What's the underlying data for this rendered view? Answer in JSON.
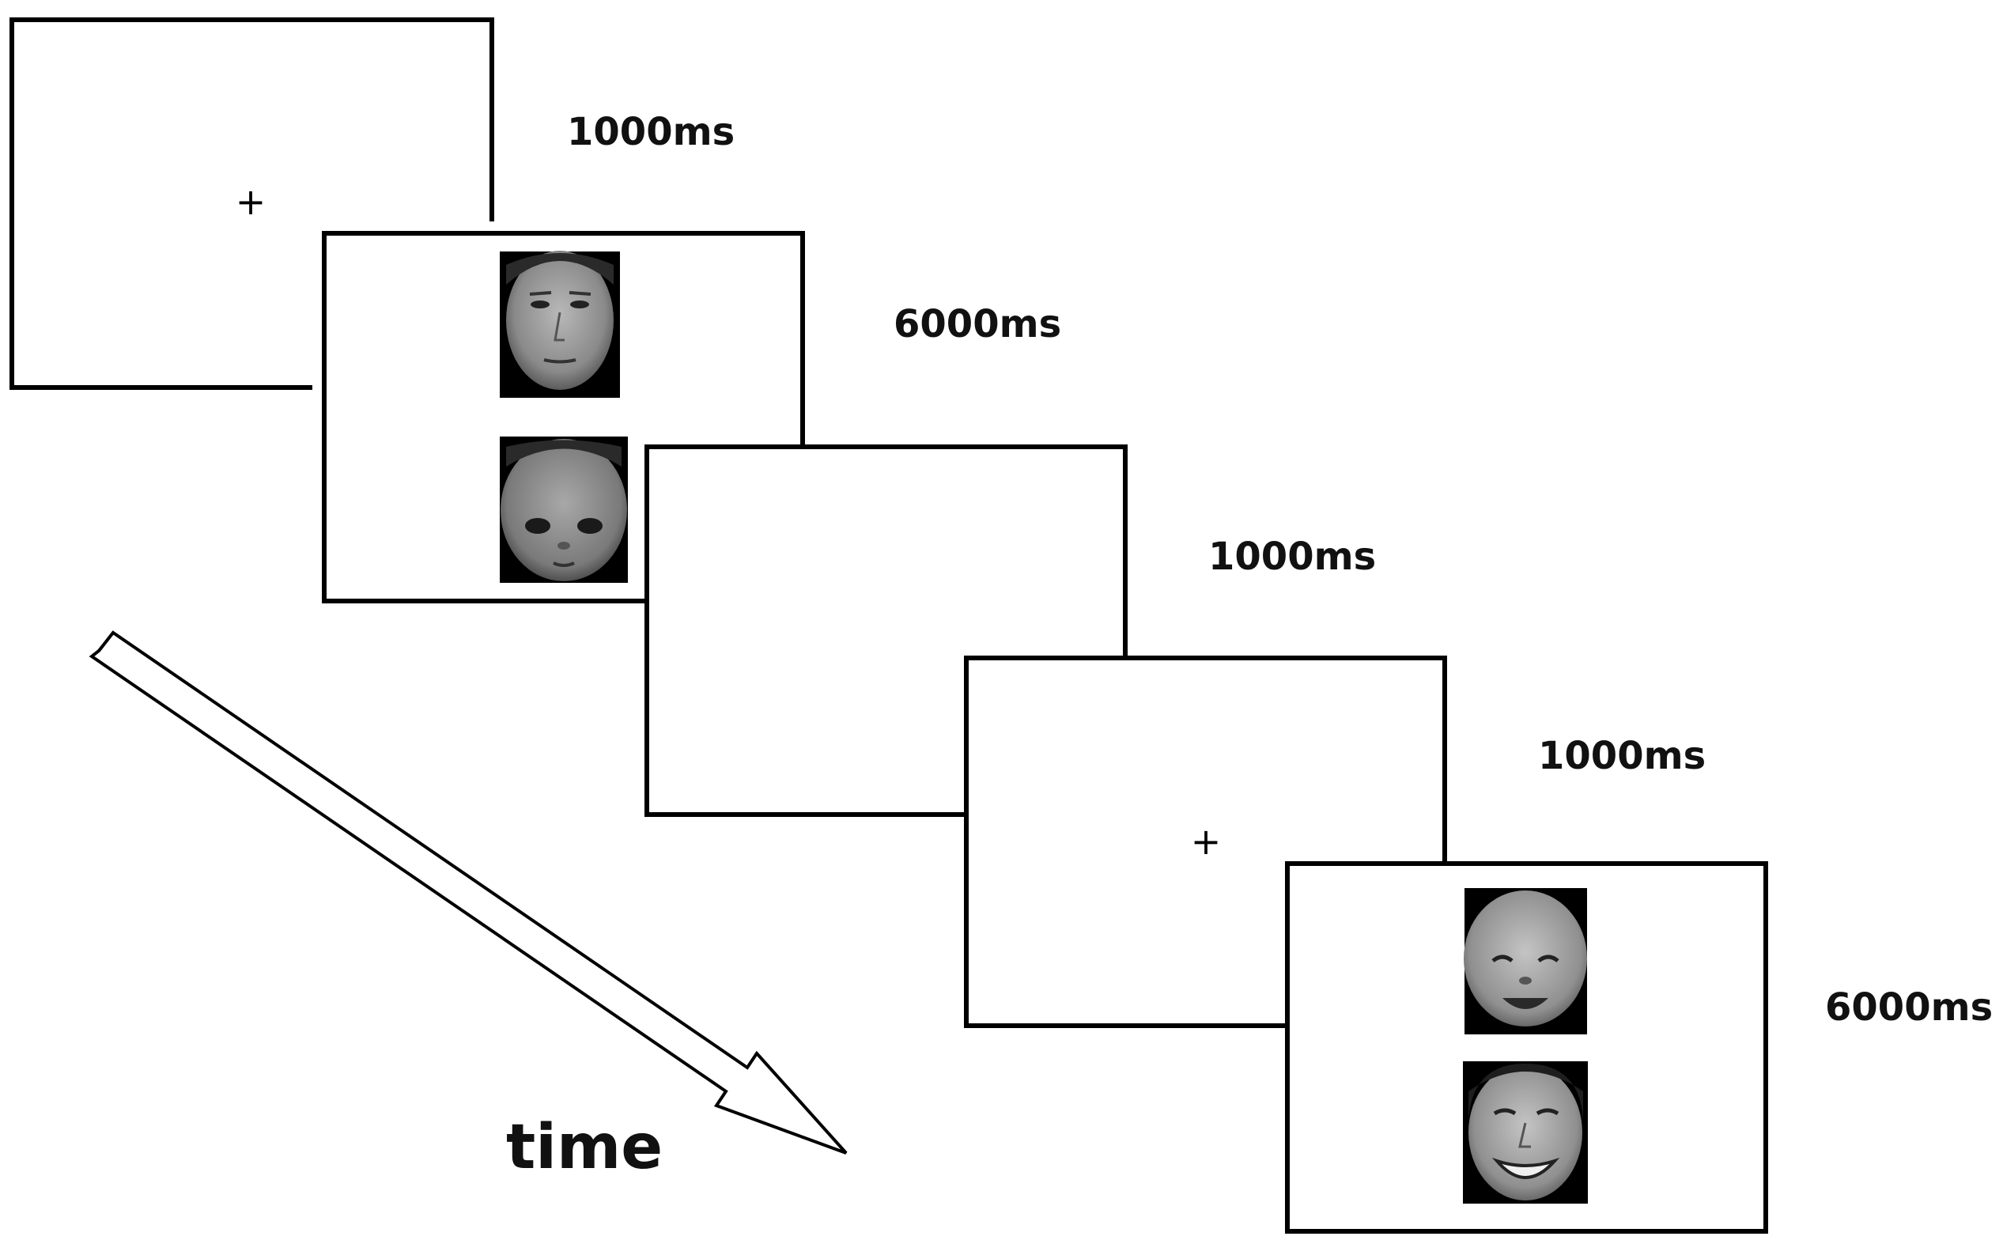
{
  "screens": [
    {
      "id": "fixation-1",
      "content": "+",
      "duration": "1000ms"
    },
    {
      "id": "face-pair-1",
      "duration": "6000ms"
    },
    {
      "id": "blank",
      "duration": "1000ms"
    },
    {
      "id": "fixation-2",
      "content": "+",
      "duration": "1000ms"
    },
    {
      "id": "face-pair-2",
      "duration": "6000ms"
    }
  ],
  "time_label": "time",
  "colors": {
    "line": "#000000",
    "background": "#ffffff"
  }
}
